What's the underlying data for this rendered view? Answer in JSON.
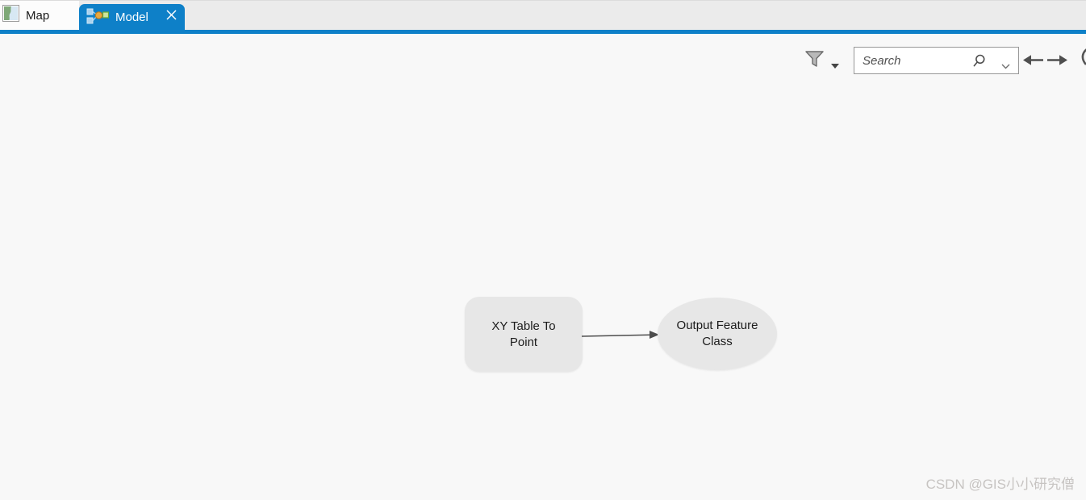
{
  "tabbar": {
    "map_tab": {
      "label": "Map",
      "icon": "map-thumbnail-icon",
      "active": false
    },
    "model_tab": {
      "label": "Model",
      "icon": "modelbuilder-icon",
      "close_icon": "close-icon",
      "active": true
    }
  },
  "toolbar": {
    "filter": {
      "icon": "filter-funnel-icon",
      "dropdown_icon": "chevron-down-icon"
    },
    "search": {
      "placeholder": "Search",
      "value": "",
      "magnifier_icon": "search-icon",
      "dropdown_icon": "chevron-down-icon"
    },
    "navigation": {
      "back_icon": "arrow-left-icon",
      "forward_icon": "arrow-right-icon"
    },
    "edge_partial_icon": "clipped-icon"
  },
  "diagram": {
    "nodes": [
      {
        "id": "tool",
        "kind": "tool",
        "shape": "rounded-rectangle",
        "label": "XY Table To Point",
        "line1": "XY Table To",
        "line2": "Point",
        "fill": "#e7e7e7"
      },
      {
        "id": "output",
        "kind": "output-data",
        "shape": "ellipse",
        "label": "Output Feature Class",
        "line1": "Output Feature",
        "line2": "Class",
        "fill": "#e7e7e7"
      }
    ],
    "connections": [
      {
        "from": "tool",
        "to": "output",
        "style": "arrow"
      }
    ]
  },
  "watermark": {
    "text": "CSDN @GIS小小研究僧"
  },
  "colors": {
    "accent_blue": "#0e80c8",
    "tabbar_bg": "#ebebeb",
    "canvas_bg": "#f8f8f8",
    "node_fill": "#e7e7e7",
    "node_text": "#1b1b1b",
    "connector": "#4d4d4d",
    "watermark": "#c7c4c2",
    "search_border": "#979797"
  }
}
